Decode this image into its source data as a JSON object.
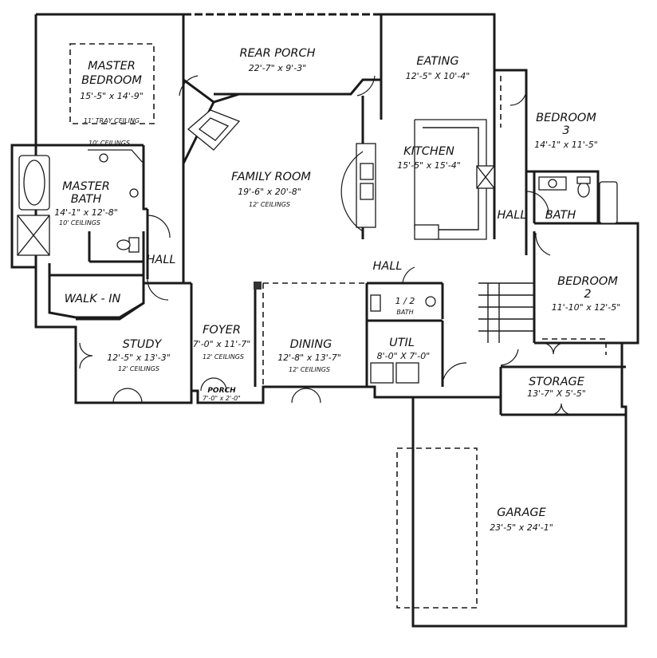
{
  "rooms": {
    "master_bedroom": {
      "name_1": "MASTER",
      "name_2": "BEDROOM",
      "dims": "15'-5\" x 14'-9\"",
      "note": "11' TRAY CEILING"
    },
    "rear_porch": {
      "name": "REAR PORCH",
      "dims": "22'-7\" x 9'-3\""
    },
    "eating": {
      "name": "EATING",
      "dims": "12'-5\" X 10'-4\""
    },
    "bedroom_3": {
      "name_1": "BEDROOM",
      "name_2": "3",
      "dims": "14'-1\" x 11'-5\""
    },
    "master_bath": {
      "name_1": "MASTER",
      "name_2": "BATH",
      "dims": "14'-1\" x 12'-8\"",
      "note": "10' CEILINGS",
      "note_top": "10' CEILINGS"
    },
    "family_room": {
      "name": "FAMILY ROOM",
      "dims": "19'-6\" x 20'-8\"",
      "note": "12' CEILINGS"
    },
    "kitchen": {
      "name": "KITCHEN",
      "dims": "15'-5\" x 15'-4\""
    },
    "hall_right": {
      "name": "HALL"
    },
    "bath": {
      "name": "BATH"
    },
    "hall_left": {
      "name": "HALL"
    },
    "hall_center": {
      "name": "HALL"
    },
    "bedroom_2": {
      "name_1": "BEDROOM",
      "name_2": "2",
      "dims": "11'-10\" x 12'-5\""
    },
    "walk_in": {
      "name": "WALK - IN"
    },
    "half_bath": {
      "name_1": "1 / 2",
      "name_2": "BATH"
    },
    "study": {
      "name": "STUDY",
      "dims": "12'-5\" x 13'-3\"",
      "note": "12' CEILINGS"
    },
    "foyer": {
      "name": "FOYER",
      "dims": "7'-0\" x 11'-7\"",
      "note": "12' CEILINGS"
    },
    "dining": {
      "name": "DINING",
      "dims": "12'-8\" x 13'-7\"",
      "note": "12' CEILINGS"
    },
    "util": {
      "name": "UTIL",
      "dims": "8'-0\" X 7'-0\""
    },
    "storage": {
      "name": "STORAGE",
      "dims": "13'-7\" X 5'-5\""
    },
    "porch": {
      "name": "PORCH",
      "dims": "7'-0\" x 2'-0\""
    },
    "garage": {
      "name": "GARAGE",
      "dims": "23'-5\" x 24'-1\""
    }
  }
}
